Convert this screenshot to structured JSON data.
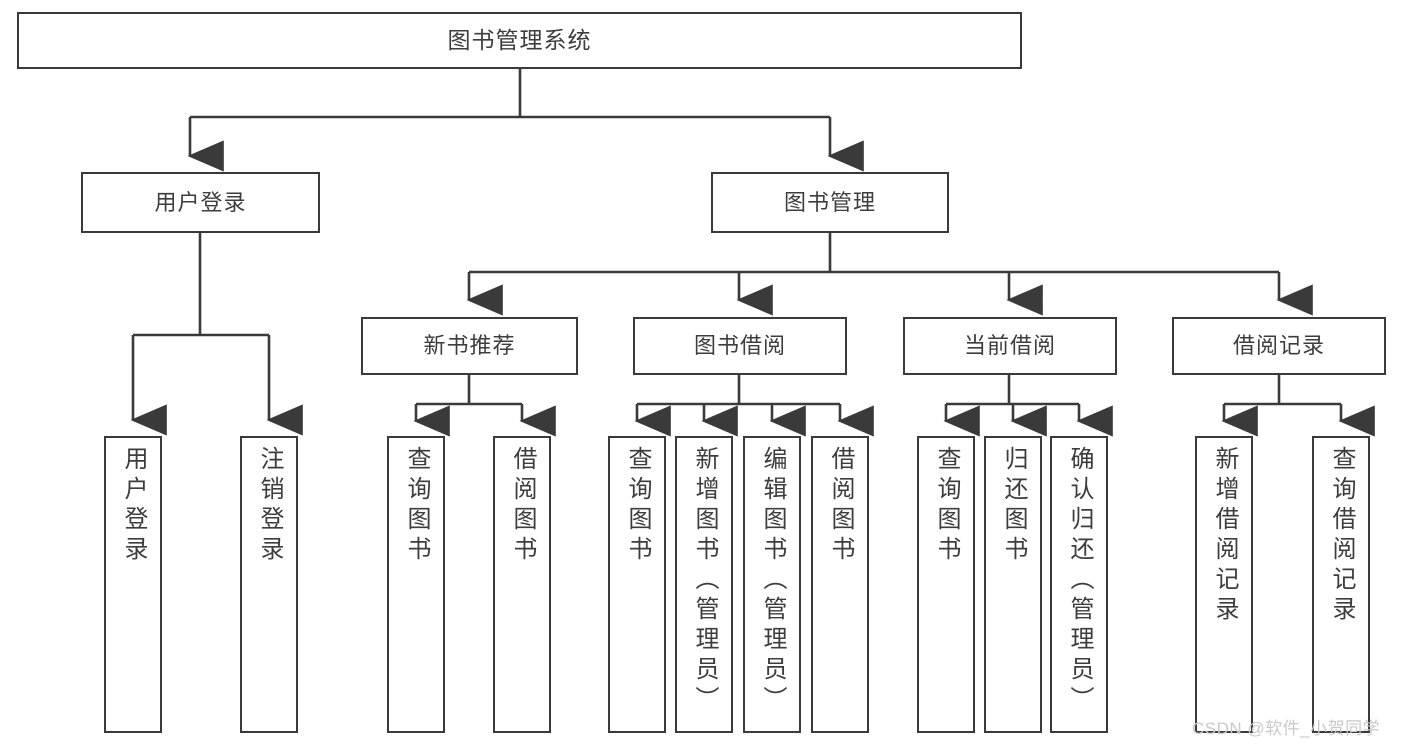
{
  "diagram": {
    "title": "图书管理系统",
    "type": "functional-structure-tree",
    "watermark": "CSDN @软件_小贺同学",
    "colors": {
      "border": "#3a3a3a",
      "background": "#ffffff",
      "text": "#3d3d3d",
      "watermark": "#c9c9c9"
    },
    "levels": {
      "root": {
        "id": "root",
        "label": "图书管理系统"
      },
      "level1": [
        {
          "id": "user-login",
          "label": "用户登录"
        },
        {
          "id": "book-management",
          "label": "图书管理"
        }
      ],
      "level2": [
        {
          "id": "new-book-recommend",
          "label": "新书推荐",
          "parent": "book-management"
        },
        {
          "id": "book-borrow",
          "label": "图书借阅",
          "parent": "book-management"
        },
        {
          "id": "current-borrow",
          "label": "当前借阅",
          "parent": "book-management"
        },
        {
          "id": "borrow-record",
          "label": "借阅记录",
          "parent": "book-management"
        }
      ],
      "leaves": [
        {
          "id": "leaf-user-login",
          "label": "用户登录",
          "parent": "user-login"
        },
        {
          "id": "leaf-user-logout",
          "label": "注销登录",
          "parent": "user-login"
        },
        {
          "id": "leaf-recommend-query-book",
          "label": "查询图书",
          "parent": "new-book-recommend"
        },
        {
          "id": "leaf-recommend-borrow-book",
          "label": "借阅图书",
          "parent": "new-book-recommend"
        },
        {
          "id": "leaf-borrow-query-book",
          "label": "查询图书",
          "parent": "book-borrow"
        },
        {
          "id": "leaf-borrow-add-book",
          "label": "新增图书（管理员）",
          "parent": "book-borrow"
        },
        {
          "id": "leaf-borrow-edit-book",
          "label": "编辑图书（管理员）",
          "parent": "book-borrow"
        },
        {
          "id": "leaf-borrow-borrow-book",
          "label": "借阅图书",
          "parent": "book-borrow"
        },
        {
          "id": "leaf-current-query-book",
          "label": "查询图书",
          "parent": "current-borrow"
        },
        {
          "id": "leaf-current-return-book",
          "label": "归还图书",
          "parent": "current-borrow"
        },
        {
          "id": "leaf-current-confirm-return",
          "label": "确认归还（管理员）",
          "parent": "current-borrow"
        },
        {
          "id": "leaf-record-add",
          "label": "新增借阅记录",
          "parent": "borrow-record"
        },
        {
          "id": "leaf-record-query",
          "label": "查询借阅记录",
          "parent": "borrow-record"
        }
      ]
    }
  }
}
